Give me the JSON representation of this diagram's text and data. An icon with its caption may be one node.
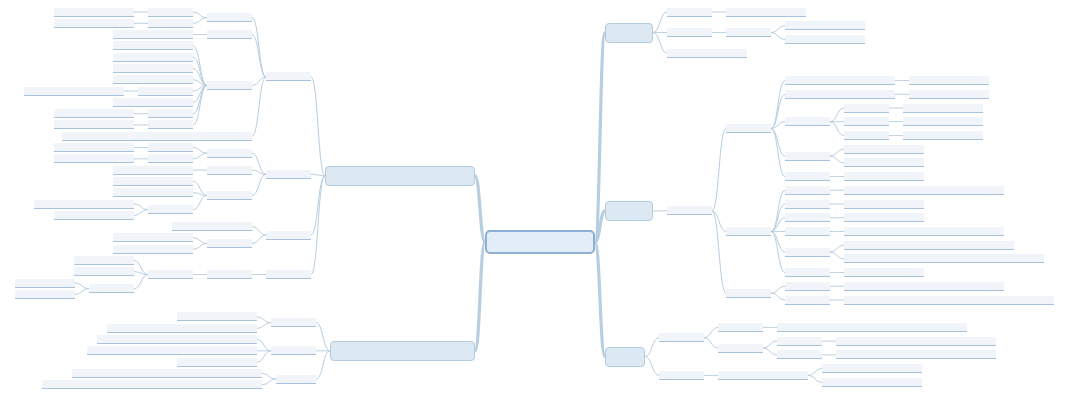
{
  "diagram": {
    "nodes": [
      {
        "text": [],
        "shape": "box"
      },
      {
        "text": [],
        "shape": "box"
      },
      {
        "text": [],
        "shape": "bar"
      },
      {
        "text": [],
        "shape": "bar"
      },
      {
        "text": [],
        "shape": "bar"
      },
      {
        "text": [],
        "shape": "bar"
      },
      {
        "text": [],
        "shape": "bar"
      },
      {
        "text": [],
        "shape": "bar"
      },
      {
        "text": [],
        "shape": "bar"
      },
      {
        "text": [],
        "shape": "box"
      },
      {
        "text": [],
        "shape": "bar"
      },
      {
        "text": [],
        "shape": "bar"
      },
      {
        "text": [],
        "shape": "bar"
      },
      {
        "text": [],
        "shape": "bar"
      },
      {
        "text": [],
        "shape": "bar"
      },
      {
        "text": [],
        "shape": "bar"
      },
      {
        "text": [],
        "shape": "bar"
      },
      {
        "text": [],
        "shape": "bar"
      },
      {
        "text": [],
        "shape": "bar"
      },
      {
        "text": [],
        "shape": "bar"
      },
      {
        "text": [],
        "shape": "bar"
      },
      {
        "text": [],
        "shape": "bar"
      },
      {
        "text": [],
        "shape": "bar"
      },
      {
        "text": [],
        "shape": "bar"
      },
      {
        "text": [],
        "shape": "bar"
      },
      {
        "text": [],
        "shape": "bar"
      },
      {
        "text": [],
        "shape": "bar"
      },
      {
        "text": [],
        "shape": "bar"
      },
      {
        "text": [],
        "shape": "bar"
      },
      {
        "text": [],
        "shape": "bar"
      },
      {
        "text": [],
        "shape": "bar"
      },
      {
        "text": [],
        "shape": "bar"
      },
      {
        "text": [],
        "shape": "bar"
      },
      {
        "text": [],
        "shape": "bar"
      },
      {
        "text": [],
        "shape": "bar"
      },
      {
        "text": [],
        "shape": "bar"
      },
      {
        "text": [],
        "shape": "bar"
      },
      {
        "text": [],
        "shape": "bar"
      },
      {
        "text": [],
        "shape": "bar"
      },
      {
        "text": [],
        "shape": "bar"
      },
      {
        "text": [],
        "shape": "bar"
      },
      {
        "text": [],
        "shape": "bar"
      },
      {
        "text": [],
        "shape": "bar"
      },
      {
        "text": [],
        "shape": "bar"
      },
      {
        "text": [],
        "shape": "bar"
      },
      {
        "text": [],
        "shape": "bar"
      },
      {
        "text": [],
        "shape": "bar"
      },
      {
        "text": [],
        "shape": "box"
      },
      {
        "text": [],
        "shape": "bar"
      },
      {
        "text": [],
        "shape": "bar"
      },
      {
        "text": [],
        "shape": "bar"
      },
      {
        "text": [],
        "shape": "bar"
      },
      {
        "text": [],
        "shape": "bar"
      },
      {
        "text": [],
        "shape": "bar"
      },
      {
        "text": [],
        "shape": "bar"
      },
      {
        "text": [],
        "shape": "bar"
      },
      {
        "text": [],
        "shape": "bar"
      },
      {
        "text": [],
        "shape": "bar"
      },
      {
        "text": [],
        "shape": "bar"
      },
      {
        "text": [],
        "shape": "bar"
      },
      {
        "text": [],
        "shape": "box"
      },
      {
        "text": [],
        "shape": "bar"
      },
      {
        "text": [],
        "shape": "bar"
      },
      {
        "text": [],
        "shape": "bar"
      },
      {
        "text": [],
        "shape": "bar"
      },
      {
        "text": [],
        "shape": "bar"
      },
      {
        "text": [],
        "shape": "bar"
      },
      {
        "text": [],
        "shape": "bar"
      },
      {
        "text": [],
        "shape": "bar"
      },
      {
        "text": [],
        "shape": "bar"
      },
      {
        "text": [],
        "shape": "bar"
      },
      {
        "text": [],
        "shape": "bar"
      },
      {
        "text": [],
        "shape": "bar"
      },
      {
        "text": [],
        "shape": "bar"
      },
      {
        "text": [],
        "shape": "bar"
      },
      {
        "text": [],
        "shape": "bar"
      },
      {
        "text": [],
        "shape": "bar"
      },
      {
        "text": [],
        "shape": "bar"
      },
      {
        "text": [],
        "shape": "bar"
      },
      {
        "text": [],
        "shape": "bar"
      },
      {
        "text": [],
        "shape": "bar"
      },
      {
        "text": [],
        "shape": "bar"
      },
      {
        "text": [],
        "shape": "bar"
      },
      {
        "text": [],
        "shape": "bar"
      },
      {
        "text": [],
        "shape": "bar"
      },
      {
        "text": [],
        "shape": "bar"
      },
      {
        "text": [],
        "shape": "bar"
      },
      {
        "text": [],
        "shape": "bar"
      },
      {
        "text": [],
        "shape": "bar"
      },
      {
        "text": [],
        "shape": "bar"
      },
      {
        "text": [],
        "shape": "bar"
      },
      {
        "text": [],
        "shape": "bar"
      },
      {
        "text": [],
        "shape": "bar"
      },
      {
        "text": [],
        "shape": "bar"
      },
      {
        "text": [],
        "shape": "bar"
      },
      {
        "text": [],
        "shape": "bar"
      },
      {
        "text": [],
        "shape": "bar"
      },
      {
        "text": [],
        "shape": "bar"
      },
      {
        "text": [],
        "shape": "bar"
      },
      {
        "text": [],
        "shape": "bar"
      },
      {
        "text": [],
        "shape": "bar"
      },
      {
        "text": [],
        "shape": "bar"
      },
      {
        "text": [],
        "shape": "bar"
      },
      {
        "text": [],
        "shape": "bar"
      },
      {
        "text": [],
        "shape": "bar"
      },
      {
        "text": [],
        "shape": "bar"
      },
      {
        "text": [],
        "shape": "bar"
      },
      {
        "text": [],
        "shape": "bar"
      },
      {
        "text": [],
        "shape": "bar"
      },
      {
        "text": [],
        "shape": "box"
      },
      {
        "text": [],
        "shape": "bar"
      },
      {
        "text": [],
        "shape": "bar"
      },
      {
        "text": [],
        "shape": "bar"
      },
      {
        "text": [],
        "shape": "bar"
      },
      {
        "text": [],
        "shape": "bar"
      },
      {
        "text": [],
        "shape": "bar"
      },
      {
        "text": [],
        "shape": "bar"
      },
      {
        "text": [],
        "shape": "bar"
      },
      {
        "text": [],
        "shape": "bar"
      },
      {
        "text": [],
        "shape": "bar"
      }
    ],
    "edges": [
      {
        "from": 0,
        "to": 1,
        "arrow": "none",
        "style": "thick"
      },
      {
        "from": 1,
        "to": 2,
        "arrow": "none"
      },
      {
        "from": 2,
        "to": 3,
        "arrow": "none"
      },
      {
        "from": 1,
        "to": 4,
        "arrow": "none"
      },
      {
        "from": 4,
        "to": 5,
        "arrow": "none"
      },
      {
        "from": 5,
        "to": 6,
        "arrow": "none"
      },
      {
        "from": 5,
        "to": 7,
        "arrow": "none"
      },
      {
        "from": 1,
        "to": 8,
        "arrow": "none"
      },
      {
        "from": 0,
        "to": 9,
        "arrow": "none",
        "style": "thick"
      },
      {
        "from": 9,
        "to": 10,
        "arrow": "none"
      },
      {
        "from": 10,
        "to": 11,
        "arrow": "none"
      },
      {
        "from": 11,
        "to": 12,
        "arrow": "none"
      },
      {
        "from": 12,
        "to": 13,
        "arrow": "none"
      },
      {
        "from": 11,
        "to": 14,
        "arrow": "none"
      },
      {
        "from": 14,
        "to": 15,
        "arrow": "none"
      },
      {
        "from": 11,
        "to": 16,
        "arrow": "none"
      },
      {
        "from": 16,
        "to": 17,
        "arrow": "none"
      },
      {
        "from": 17,
        "to": 18,
        "arrow": "none"
      },
      {
        "from": 16,
        "to": 19,
        "arrow": "none"
      },
      {
        "from": 19,
        "to": 20,
        "arrow": "none"
      },
      {
        "from": 16,
        "to": 21,
        "arrow": "none"
      },
      {
        "from": 21,
        "to": 22,
        "arrow": "none"
      },
      {
        "from": 11,
        "to": 23,
        "arrow": "none"
      },
      {
        "from": 23,
        "to": 24,
        "arrow": "none"
      },
      {
        "from": 23,
        "to": 25,
        "arrow": "none"
      },
      {
        "from": 11,
        "to": 26,
        "arrow": "none"
      },
      {
        "from": 26,
        "to": 27,
        "arrow": "none"
      },
      {
        "from": 10,
        "to": 28,
        "arrow": "none"
      },
      {
        "from": 28,
        "to": 29,
        "arrow": "none"
      },
      {
        "from": 29,
        "to": 30,
        "arrow": "none"
      },
      {
        "from": 28,
        "to": 31,
        "arrow": "none"
      },
      {
        "from": 31,
        "to": 32,
        "arrow": "none"
      },
      {
        "from": 28,
        "to": 33,
        "arrow": "none"
      },
      {
        "from": 33,
        "to": 34,
        "arrow": "none"
      },
      {
        "from": 28,
        "to": 35,
        "arrow": "none"
      },
      {
        "from": 35,
        "to": 36,
        "arrow": "none"
      },
      {
        "from": 28,
        "to": 37,
        "arrow": "none"
      },
      {
        "from": 37,
        "to": 38,
        "arrow": "none"
      },
      {
        "from": 37,
        "to": 39,
        "arrow": "none"
      },
      {
        "from": 28,
        "to": 40,
        "arrow": "none"
      },
      {
        "from": 40,
        "to": 41,
        "arrow": "none"
      },
      {
        "from": 10,
        "to": 42,
        "arrow": "none"
      },
      {
        "from": 42,
        "to": 43,
        "arrow": "none"
      },
      {
        "from": 43,
        "to": 44,
        "arrow": "none"
      },
      {
        "from": 42,
        "to": 45,
        "arrow": "none"
      },
      {
        "from": 45,
        "to": 46,
        "arrow": "none"
      },
      {
        "from": 0,
        "to": 47,
        "arrow": "none",
        "style": "thick"
      },
      {
        "from": 47,
        "to": 48,
        "arrow": "none"
      },
      {
        "from": 48,
        "to": 49,
        "arrow": "none"
      },
      {
        "from": 49,
        "to": 50,
        "arrow": "none"
      },
      {
        "from": 48,
        "to": 51,
        "arrow": "none"
      },
      {
        "from": 51,
        "to": 52,
        "arrow": "none"
      },
      {
        "from": 52,
        "to": 53,
        "arrow": "none"
      },
      {
        "from": 51,
        "to": 54,
        "arrow": "none"
      },
      {
        "from": 54,
        "to": 55,
        "arrow": "none"
      },
      {
        "from": 47,
        "to": 56,
        "arrow": "none"
      },
      {
        "from": 56,
        "to": 57,
        "arrow": "none"
      },
      {
        "from": 57,
        "to": 58,
        "arrow": "none"
      },
      {
        "from": 57,
        "to": 59,
        "arrow": "none"
      },
      {
        "from": 0,
        "to": 60,
        "arrow": "none",
        "style": "thick"
      },
      {
        "from": 60,
        "to": 61,
        "arrow": "none"
      },
      {
        "from": 61,
        "to": 62,
        "arrow": "none"
      },
      {
        "from": 62,
        "to": 63,
        "arrow": "none"
      },
      {
        "from": 63,
        "to": 64,
        "arrow": "none"
      },
      {
        "from": 62,
        "to": 65,
        "arrow": "none"
      },
      {
        "from": 65,
        "to": 66,
        "arrow": "none"
      },
      {
        "from": 61,
        "to": 67,
        "arrow": "none"
      },
      {
        "from": 67,
        "to": 68,
        "arrow": "none"
      },
      {
        "from": 61,
        "to": 69,
        "arrow": "none"
      },
      {
        "from": 69,
        "to": 70,
        "arrow": "none"
      },
      {
        "from": 69,
        "to": 71,
        "arrow": "none"
      },
      {
        "from": 69,
        "to": 72,
        "arrow": "none"
      },
      {
        "from": 69,
        "to": 73,
        "arrow": "none"
      },
      {
        "from": 69,
        "to": 74,
        "arrow": "none"
      },
      {
        "from": 74,
        "to": 75,
        "arrow": "none"
      },
      {
        "from": 69,
        "to": 76,
        "arrow": "none"
      },
      {
        "from": 69,
        "to": 77,
        "arrow": "none"
      },
      {
        "from": 77,
        "to": 78,
        "arrow": "none"
      },
      {
        "from": 69,
        "to": 79,
        "arrow": "none"
      },
      {
        "from": 79,
        "to": 80,
        "arrow": "none"
      },
      {
        "from": 61,
        "to": 81,
        "arrow": "none"
      },
      {
        "from": 60,
        "to": 82,
        "arrow": "none"
      },
      {
        "from": 82,
        "to": 83,
        "arrow": "none"
      },
      {
        "from": 83,
        "to": 84,
        "arrow": "none"
      },
      {
        "from": 84,
        "to": 85,
        "arrow": "none"
      },
      {
        "from": 83,
        "to": 86,
        "arrow": "none"
      },
      {
        "from": 86,
        "to": 87,
        "arrow": "none"
      },
      {
        "from": 82,
        "to": 88,
        "arrow": "none"
      },
      {
        "from": 88,
        "to": 89,
        "arrow": "none"
      },
      {
        "from": 82,
        "to": 90,
        "arrow": "none"
      },
      {
        "from": 90,
        "to": 91,
        "arrow": "none"
      },
      {
        "from": 90,
        "to": 92,
        "arrow": "none"
      },
      {
        "from": 90,
        "to": 93,
        "arrow": "none"
      },
      {
        "from": 93,
        "to": 94,
        "arrow": "none"
      },
      {
        "from": 93,
        "to": 95,
        "arrow": "none"
      },
      {
        "from": 60,
        "to": 96,
        "arrow": "none"
      },
      {
        "from": 96,
        "to": 97,
        "arrow": "none"
      },
      {
        "from": 96,
        "to": 98,
        "arrow": "none"
      },
      {
        "from": 98,
        "to": 99,
        "arrow": "none"
      },
      {
        "from": 98,
        "to": 100,
        "arrow": "none"
      },
      {
        "from": 60,
        "to": 101,
        "arrow": "none"
      },
      {
        "from": 101,
        "to": 102,
        "arrow": "none"
      },
      {
        "from": 102,
        "to": 103,
        "arrow": "none"
      },
      {
        "from": 103,
        "to": 104,
        "arrow": "none"
      },
      {
        "from": 103,
        "to": 105,
        "arrow": "none"
      },
      {
        "from": 103,
        "to": 106,
        "arrow": "none"
      },
      {
        "from": 106,
        "to": 107,
        "arrow": "none"
      },
      {
        "from": 106,
        "to": 108,
        "arrow": "none"
      },
      {
        "from": 0,
        "to": 109,
        "arrow": "none",
        "style": "thick"
      },
      {
        "from": 109,
        "to": 110,
        "arrow": "none"
      },
      {
        "from": 110,
        "to": 111,
        "arrow": "none"
      },
      {
        "from": 110,
        "to": 112,
        "arrow": "none"
      },
      {
        "from": 109,
        "to": 113,
        "arrow": "none"
      },
      {
        "from": 113,
        "to": 114,
        "arrow": "none"
      },
      {
        "from": 113,
        "to": 115,
        "arrow": "none"
      },
      {
        "from": 113,
        "to": 116,
        "arrow": "none"
      },
      {
        "from": 109,
        "to": 117,
        "arrow": "none"
      },
      {
        "from": 117,
        "to": 118,
        "arrow": "none"
      },
      {
        "from": 117,
        "to": 119,
        "arrow": "none"
      }
    ]
  }
}
